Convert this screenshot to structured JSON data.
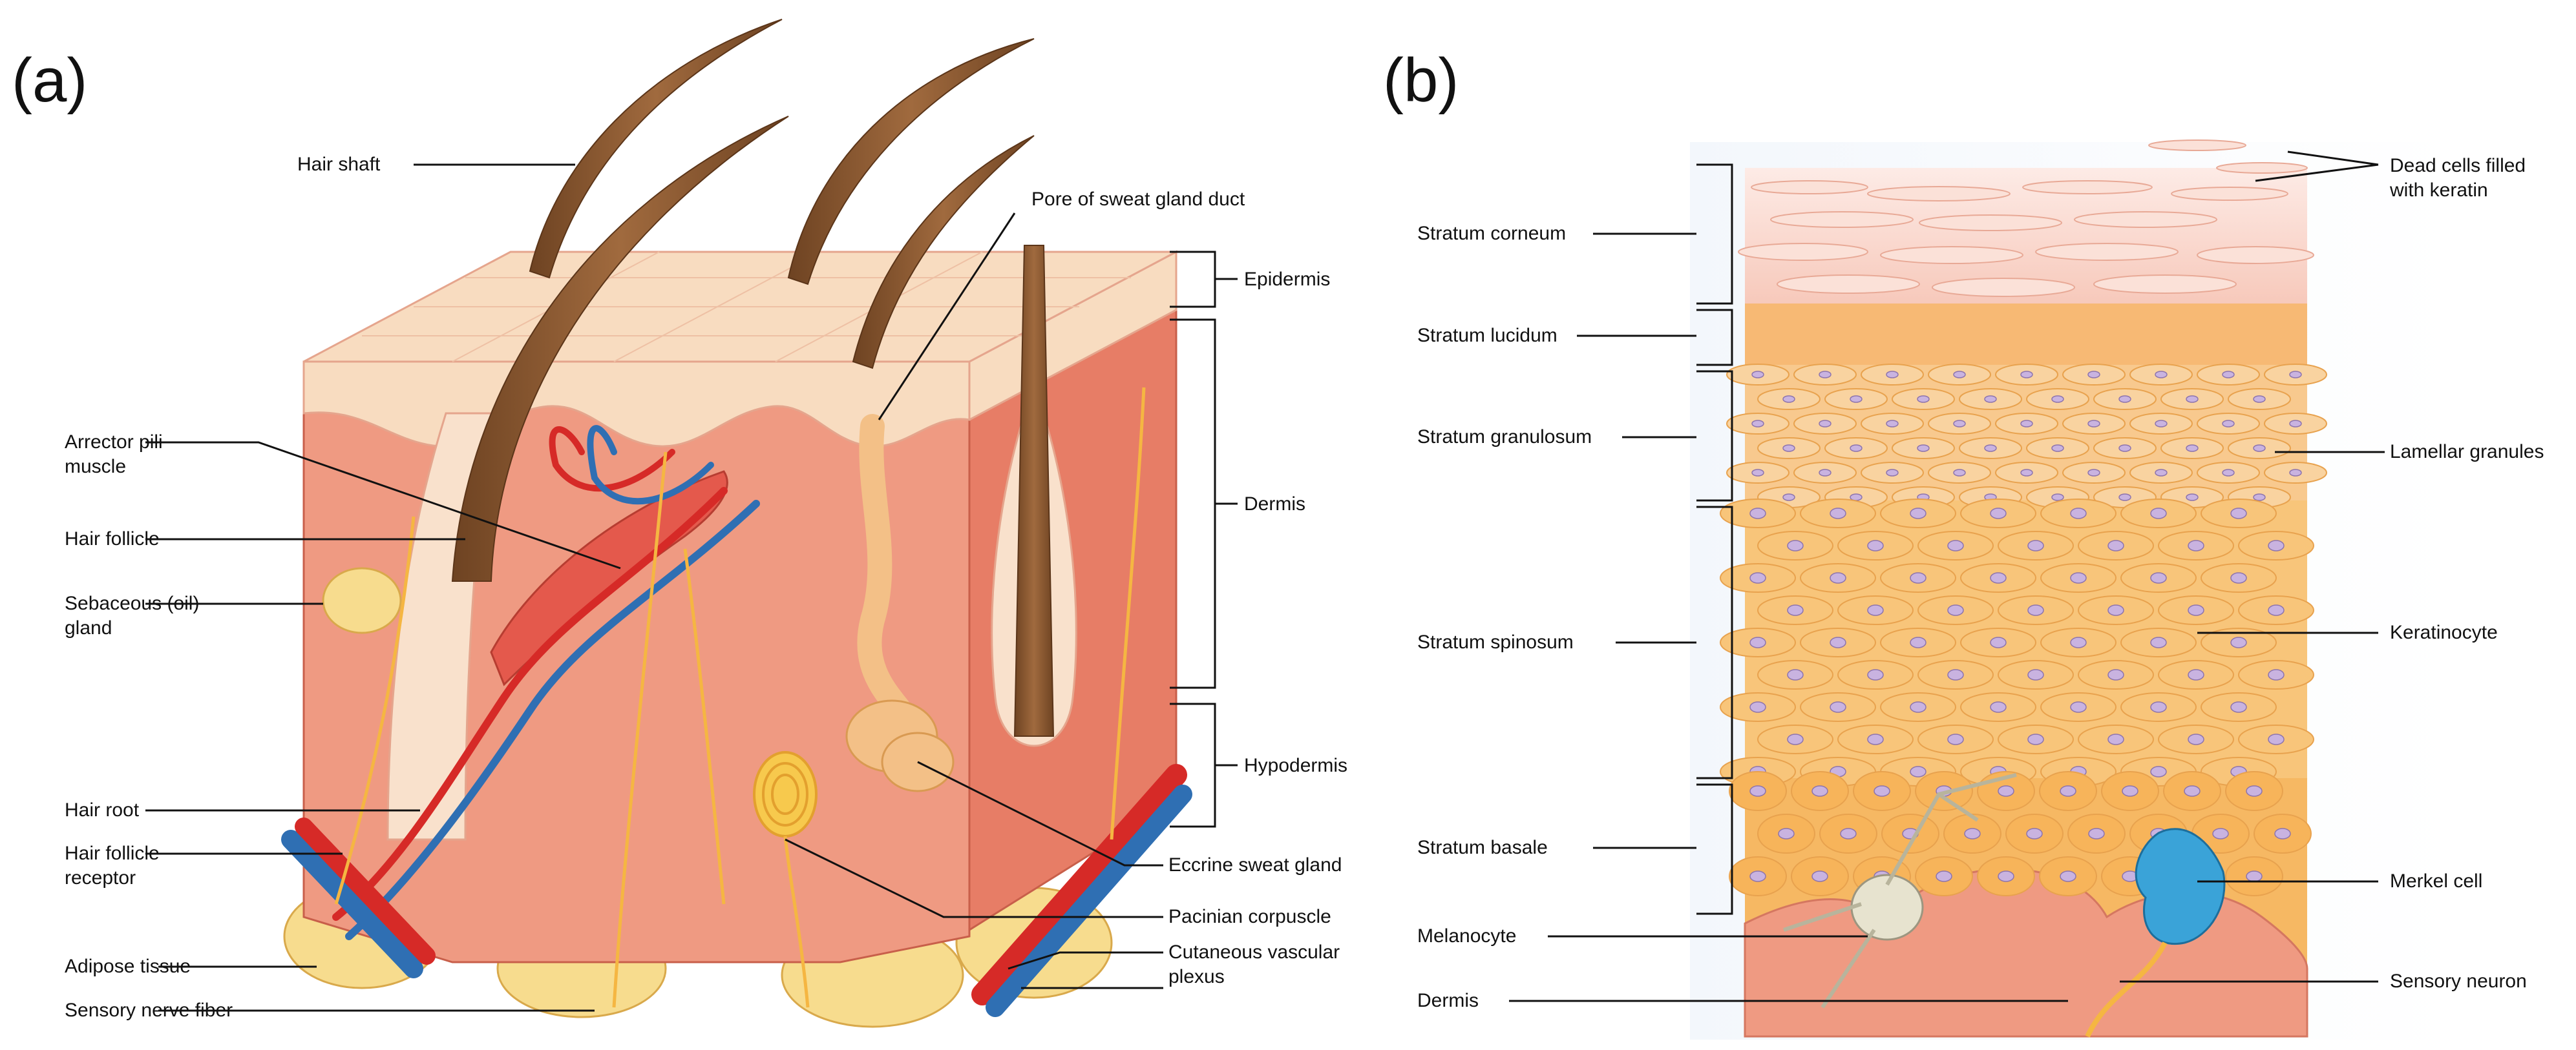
{
  "panel_a": {
    "letter": "(a)",
    "labels": {
      "hair_shaft": "Hair shaft",
      "pore": "Pore of sweat gland duct",
      "epidermis": "Epidermis",
      "dermis": "Dermis",
      "hypodermis": "Hypodermis",
      "arrector_1": "Arrector pili",
      "arrector_2": "muscle",
      "hair_follicle": "Hair follicle",
      "sebaceous_1": "Sebaceous (oil)",
      "sebaceous_2": "gland",
      "hair_root": "Hair root",
      "follicle_receptor_1": "Hair follicle",
      "follicle_receptor_2": "receptor",
      "adipose": "Adipose tissue",
      "sensory_nerve": "Sensory nerve fiber",
      "eccrine": "Eccrine sweat gland",
      "pacinian": "Pacinian corpuscle",
      "cutaneous_1": "Cutaneous vascular",
      "cutaneous_2": "plexus"
    }
  },
  "panel_b": {
    "letter": "(b)",
    "labels": {
      "corneum": "Stratum corneum",
      "lucidum": "Stratum lucidum",
      "granulosum": "Stratum granulosum",
      "spinosum": "Stratum spinosum",
      "basale": "Stratum basale",
      "melanocyte": "Melanocyte",
      "dermis": "Dermis",
      "dead_cells_1": "Dead cells filled",
      "dead_cells_2": "with keratin",
      "lamellar": "Lamellar granules",
      "keratinocyte": "Keratinocyte",
      "merkel": "Merkel cell",
      "sensory_neuron": "Sensory neuron"
    }
  },
  "colors": {
    "dermis": "#ef9a82",
    "dermis_dark": "#e77d66",
    "epidermis_top": "#f8dcc0",
    "skin_line": "#e5a58d",
    "hair": "#8b5a34",
    "fat": "#f7dc8e",
    "artery": "#d62a27",
    "vein": "#2f6fb3",
    "nerve": "#f5b642",
    "keratinocyte": "#f8c57a",
    "keratinocyte_edge": "#e8a24e",
    "nucleus": "#c9b3e0",
    "merkel": "#3aa3d8"
  }
}
